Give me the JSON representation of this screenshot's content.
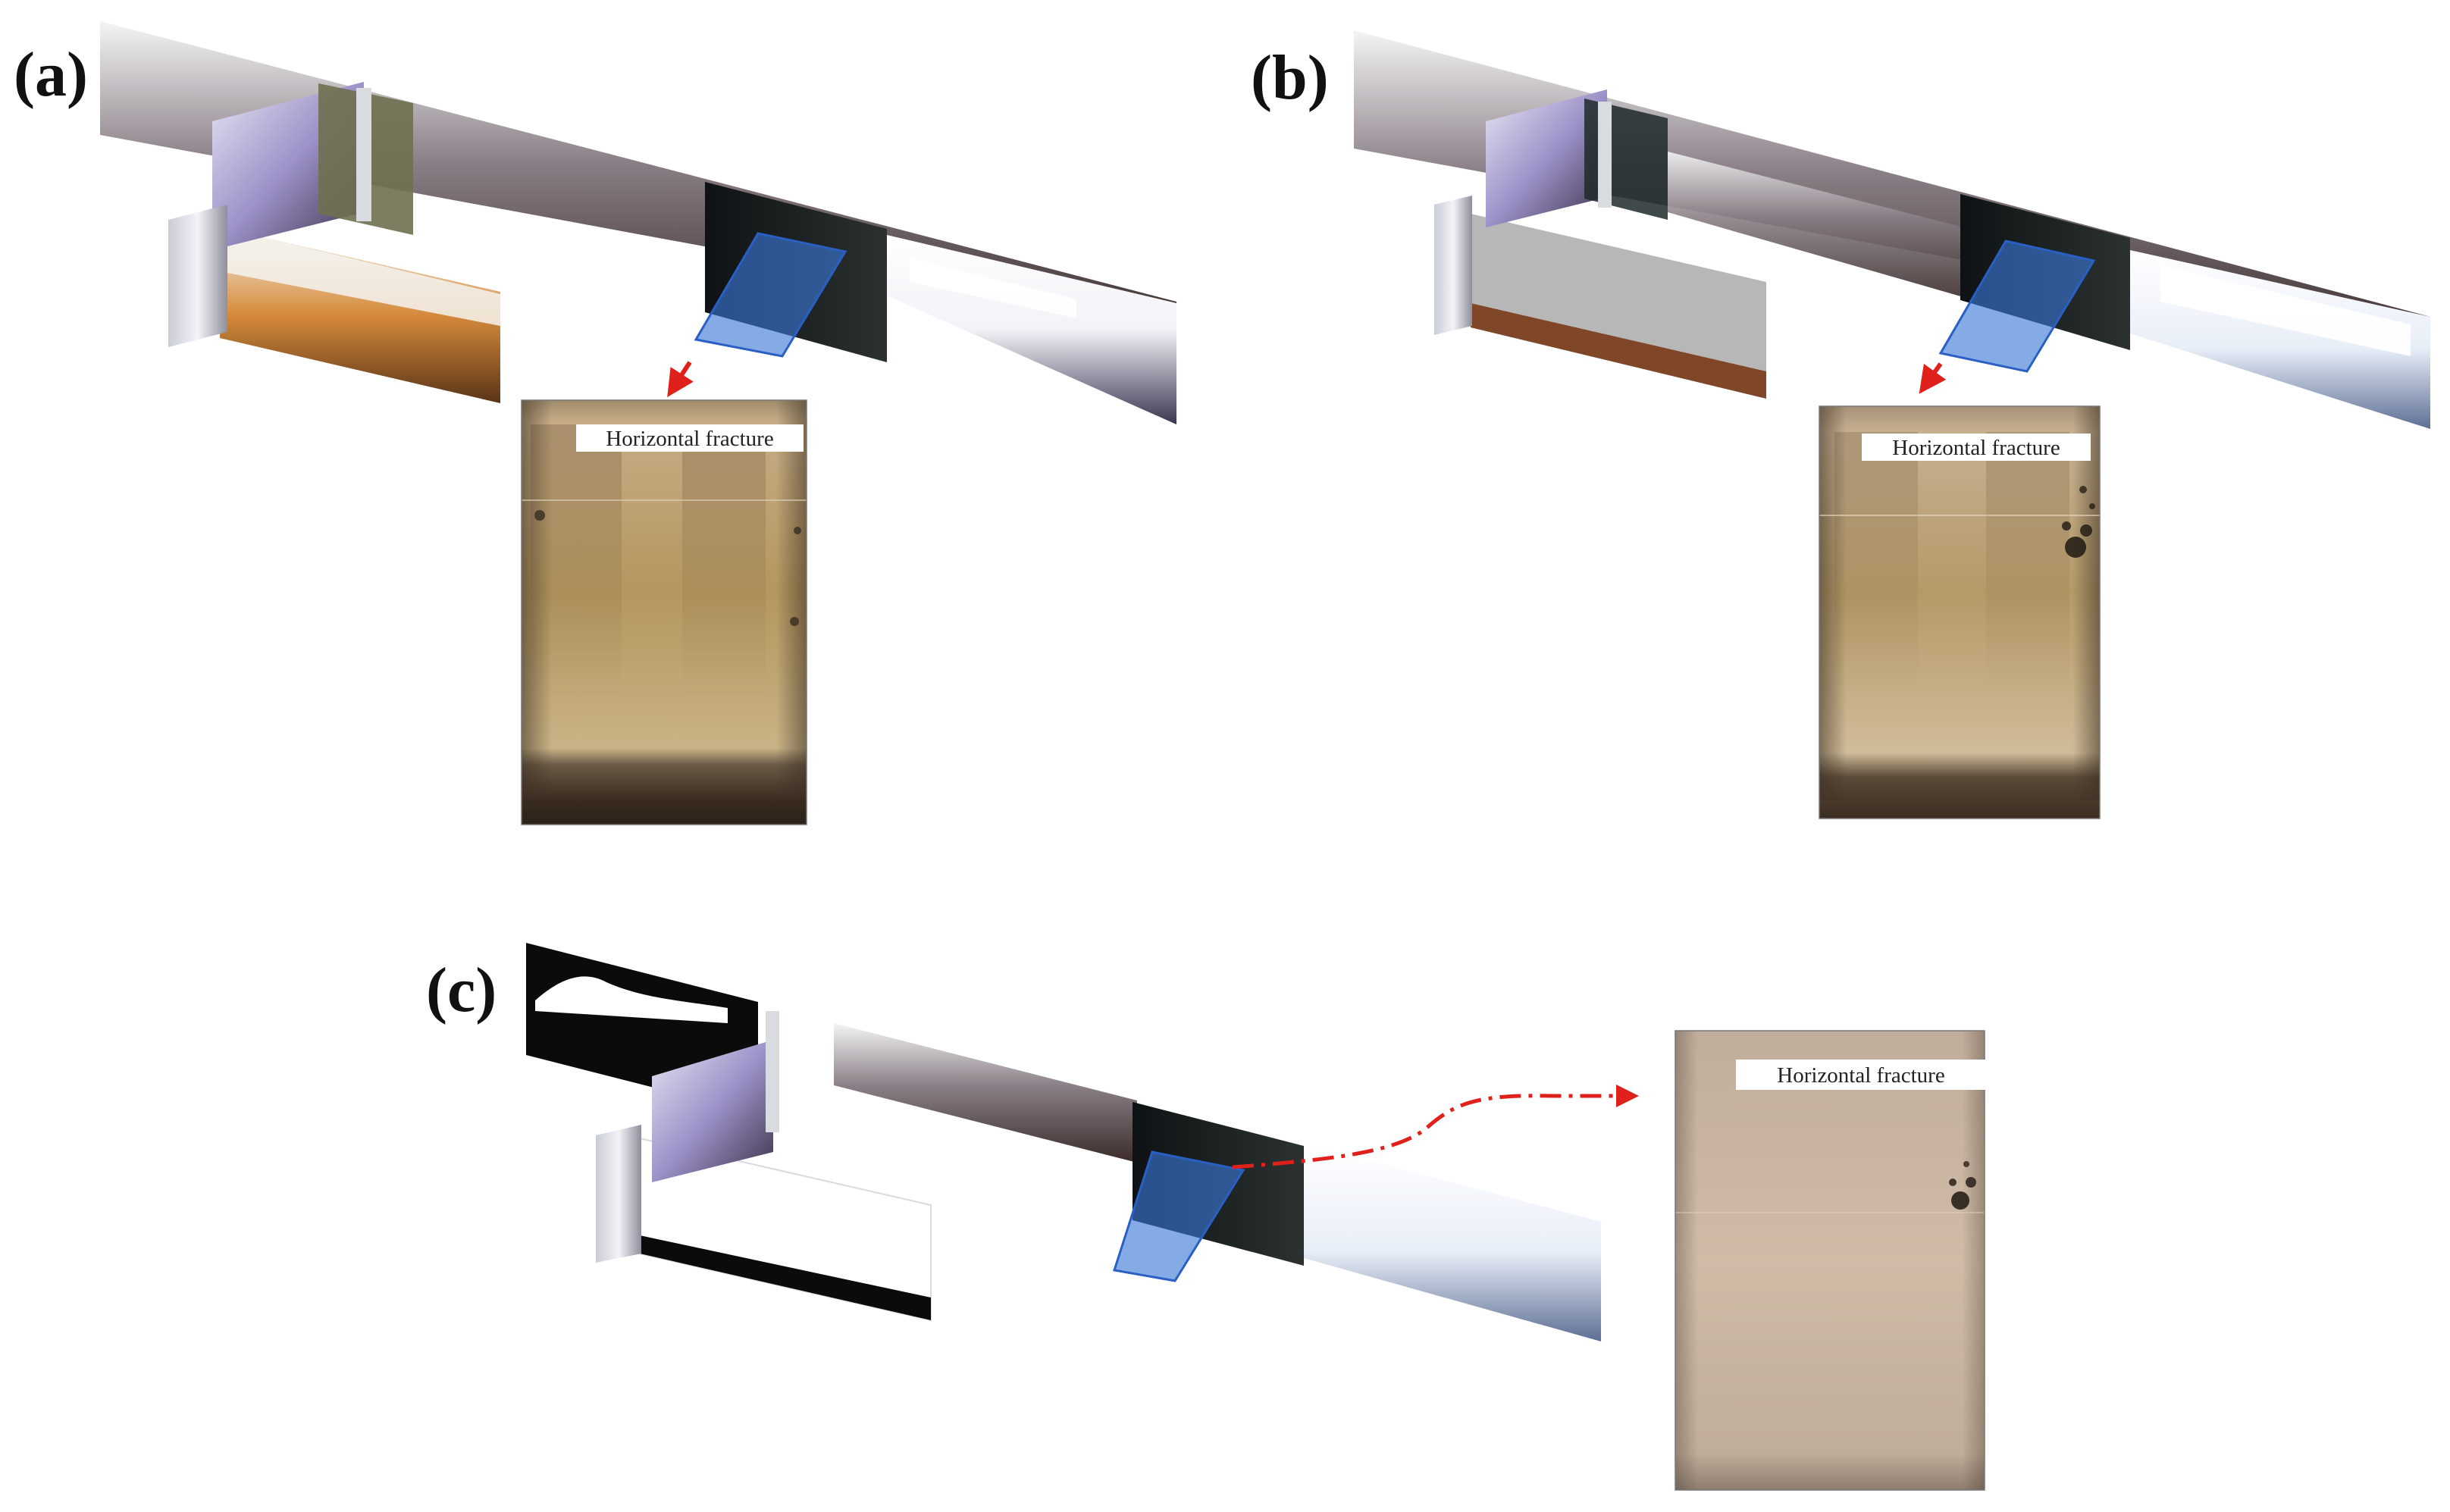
{
  "panels": [
    {
      "label": "(a)",
      "caption": "Horizontal fracture"
    },
    {
      "label": "(b)",
      "caption": "Horizontal fracture"
    },
    {
      "label": "(c)",
      "caption": "Horizontal fracture"
    }
  ],
  "colors": {
    "fracture_plane": "#3a78d8",
    "arrow": "#e0201a",
    "sand_light": "#c9ac7e",
    "sand_dark": "#8a7048",
    "gravel_gray": "#b5b5b5"
  }
}
